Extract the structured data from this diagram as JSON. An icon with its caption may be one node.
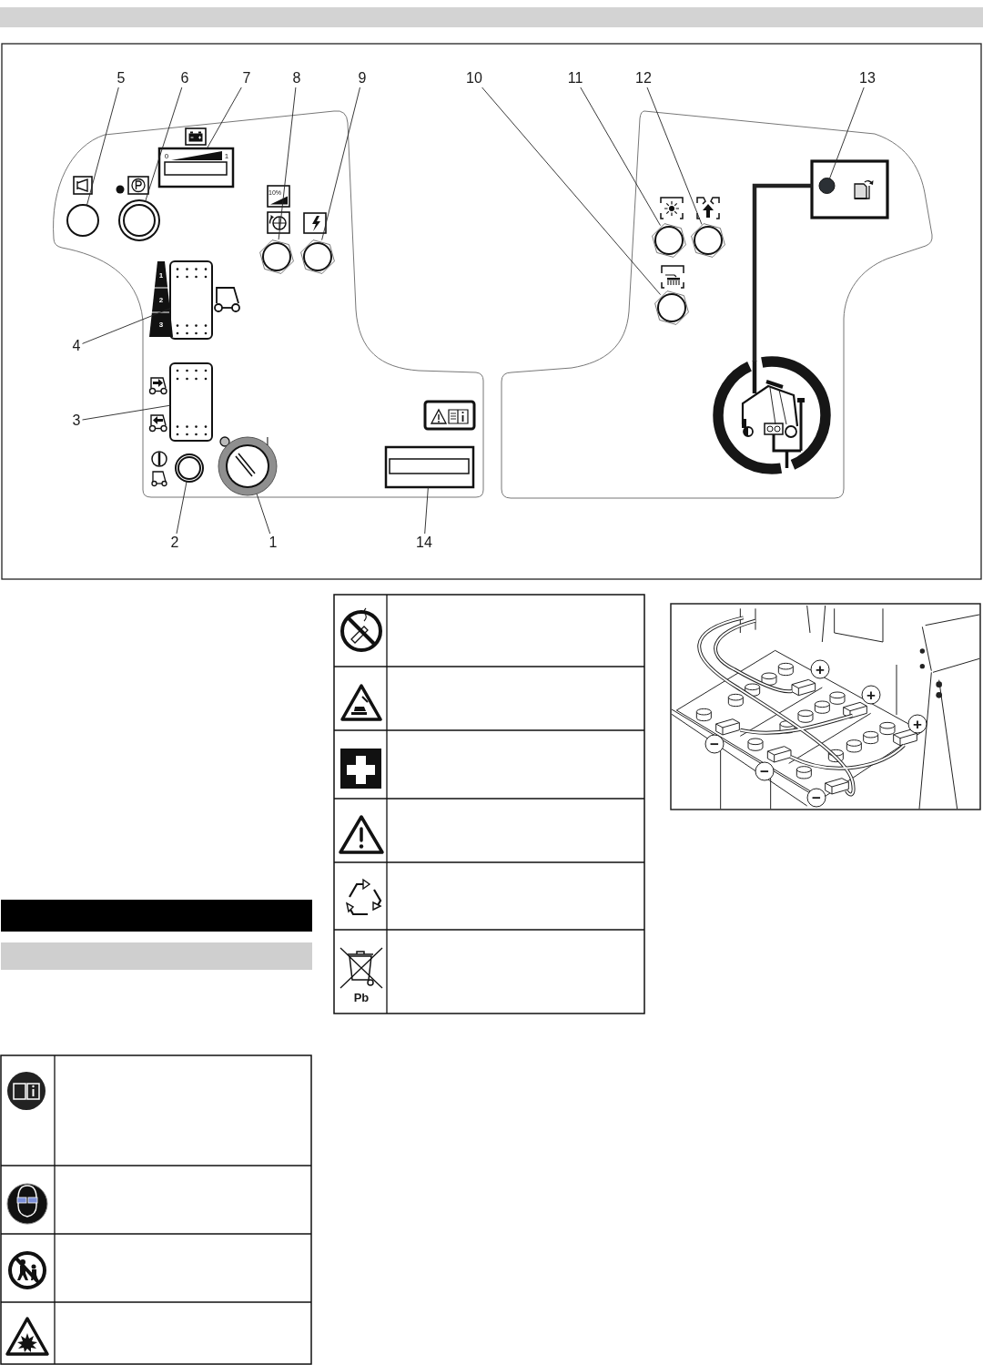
{
  "diagram": {
    "nodes": [
      {
        "text": [
          "5"
        ]
      },
      {
        "text": [
          "6"
        ]
      },
      {
        "text": [
          "7"
        ]
      },
      {
        "text": [
          "8"
        ]
      },
      {
        "text": [
          "9"
        ]
      },
      {
        "text": [
          "10"
        ]
      },
      {
        "text": [
          "11"
        ]
      },
      {
        "text": [
          "12"
        ]
      },
      {
        "text": [
          "13"
        ]
      },
      {
        "text": [
          "4"
        ]
      },
      {
        "text": [
          "3"
        ]
      },
      {
        "text": [
          "2"
        ]
      },
      {
        "text": [
          "1"
        ]
      },
      {
        "text": [
          "14"
        ]
      },
      {
        "text": [],
        "shape": "circle"
      },
      {
        "text": [],
        "shape": "circle"
      },
      {
        "text": [],
        "shape": "box"
      },
      {
        "text": [],
        "shape": "circle"
      },
      {
        "text": [],
        "shape": "circle"
      },
      {
        "text": [],
        "shape": "circle"
      },
      {
        "text": [],
        "shape": "circle"
      },
      {
        "text": [],
        "shape": "circle"
      },
      {
        "text": [],
        "shape": "box"
      },
      {
        "text": [],
        "shape": "circle",
        "in": 22
      },
      {
        "text": [],
        "shape": "box"
      },
      {
        "text": [],
        "shape": "box"
      },
      {
        "text": [],
        "shape": "circle"
      },
      {
        "text": [],
        "shape": "circle"
      },
      {
        "text": [],
        "shape": "box"
      },
      {
        "text": [],
        "shape": "circle"
      },
      {
        "text": [],
        "shape": "bar"
      },
      {
        "text": [],
        "shape": "bar"
      },
      {
        "text": [],
        "shape": "bar"
      }
    ],
    "edges": [
      {
        "from": 0,
        "to": 14,
        "arrow": "none"
      },
      {
        "from": 1,
        "to": 15,
        "arrow": "none"
      },
      {
        "from": 2,
        "to": 16,
        "arrow": "none"
      },
      {
        "from": 3,
        "to": 17,
        "arrow": "none"
      },
      {
        "from": 4,
        "to": 18,
        "arrow": "none"
      },
      {
        "from": 5,
        "to": 19,
        "arrow": "none"
      },
      {
        "from": 6,
        "to": 20,
        "arrow": "none"
      },
      {
        "from": 7,
        "to": 21,
        "arrow": "none"
      },
      {
        "from": 8,
        "to": 23,
        "arrow": "none"
      },
      {
        "from": 9,
        "to": 24,
        "arrow": "none"
      },
      {
        "from": 10,
        "to": 25,
        "arrow": "none"
      },
      {
        "from": 11,
        "to": 26,
        "arrow": "none"
      },
      {
        "from": 12,
        "to": 27,
        "arrow": "none"
      },
      {
        "from": 13,
        "to": 28,
        "arrow": "none"
      },
      {
        "from": 22,
        "to": 29,
        "arrow": "none",
        "style": "thick"
      }
    ],
    "labels": [
      "0",
      "1",
      "10%",
      "1",
      "2",
      "3",
      "I",
      "Pb",
      "+",
      "+",
      "+",
      "−",
      "−",
      "−"
    ]
  }
}
